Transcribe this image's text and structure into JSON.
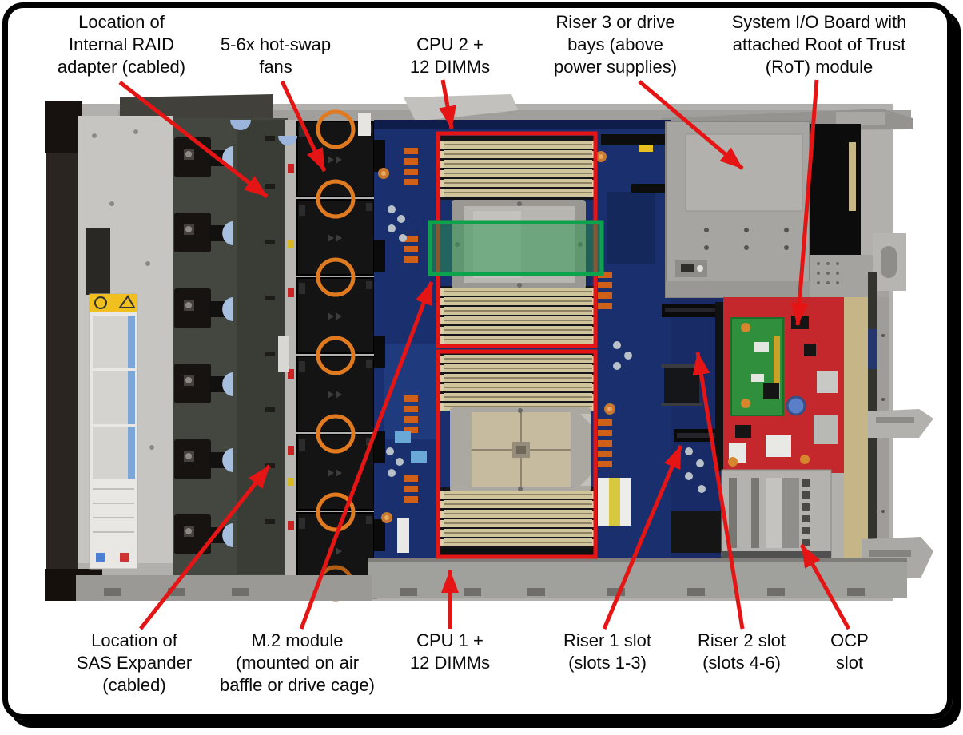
{
  "annotations": {
    "top": [
      {
        "id": "internal-raid",
        "lines": [
          "Location of",
          "Internal RAID",
          "adapter (cabled)"
        ]
      },
      {
        "id": "hot-swap-fans",
        "lines": [
          "5-6x hot-swap",
          "fans"
        ]
      },
      {
        "id": "cpu2-dimms",
        "lines": [
          "CPU 2 +",
          "12 DIMMs"
        ]
      },
      {
        "id": "riser3-drive-bays",
        "lines": [
          "Riser 3 or drive",
          "bays (above",
          "power supplies)"
        ]
      },
      {
        "id": "system-io-board",
        "lines": [
          "System I/O Board with",
          "attached Root of Trust",
          "(RoT) module"
        ]
      }
    ],
    "bottom": [
      {
        "id": "sas-expander",
        "lines": [
          "Location of",
          "SAS Expander",
          "(cabled)"
        ]
      },
      {
        "id": "m2-module",
        "lines": [
          "M.2 module",
          "(mounted on air",
          "baffle or drive cage)"
        ]
      },
      {
        "id": "cpu1-dimms",
        "lines": [
          "CPU 1 +",
          "12 DIMMs"
        ]
      },
      {
        "id": "riser1-slot",
        "lines": [
          "Riser 1 slot",
          "(slots 1-3)"
        ]
      },
      {
        "id": "riser2-slot",
        "lines": [
          "Riser 2 slot",
          "(slots 4-6)"
        ]
      },
      {
        "id": "ocp-slot",
        "lines": [
          "OCP",
          "slot"
        ]
      }
    ]
  },
  "colors": {
    "arrow_red": "#e51515",
    "highlight_box_red": "#e51515",
    "highlight_box_green": "#0da24c",
    "frame_black": "#000000",
    "motherboard_blue": "#1a2f6e",
    "io_board_red": "#c4282c",
    "rot_module_green": "#2f8f3c",
    "fan_ring_orange": "#e07a20",
    "dimm_tan": "#cfc49c"
  }
}
